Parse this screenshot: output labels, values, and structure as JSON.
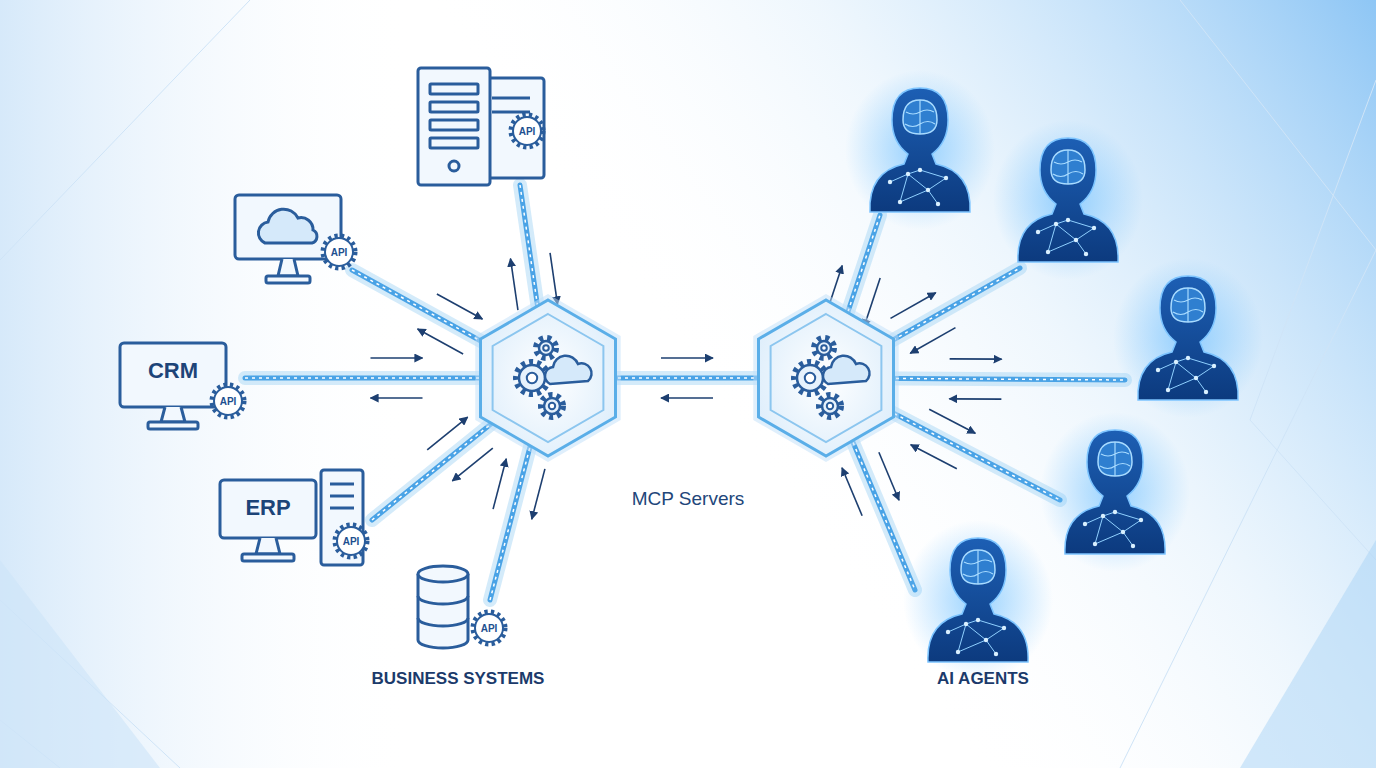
{
  "diagram": {
    "nodes": [
      {
        "text": [
          "API"
        ]
      },
      {
        "text": [
          "API"
        ]
      },
      {
        "text": [
          "CRM"
        ]
      },
      {
        "text": [
          "API"
        ]
      },
      {
        "text": [
          "ERP"
        ]
      },
      {
        "text": [
          "API"
        ]
      },
      {
        "text": [
          "API"
        ]
      }
    ],
    "labels": [
      "MCP Servers",
      "BUSINESS SYSTEMS",
      "AI AGENTS"
    ]
  }
}
